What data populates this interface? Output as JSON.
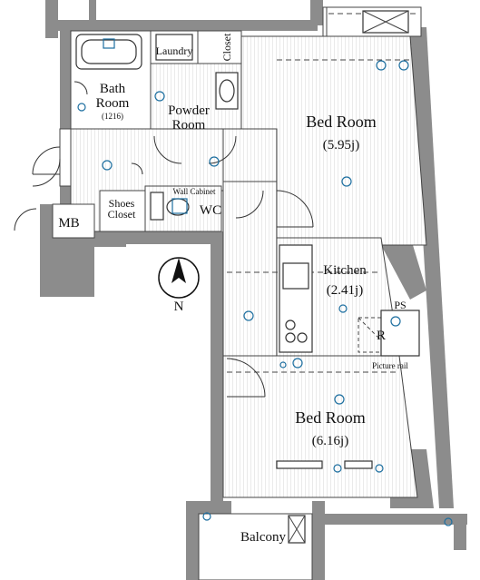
{
  "rooms": {
    "bedroom_north": {
      "name": "Bed Room",
      "size": "(5.95j)"
    },
    "bedroom_south": {
      "name": "Bed Room",
      "size": "(6.16j)"
    },
    "kitchen": {
      "name": "Kitchen",
      "size": "(2.41j)"
    },
    "bath": {
      "name_line1": "Bath",
      "name_line2": "Room",
      "size": "(1216)"
    },
    "powder": {
      "name_line1": "Powder",
      "name_line2": "Room"
    },
    "laundry": {
      "name": "Laundry"
    },
    "closet": {
      "name": "Closet"
    },
    "wc": {
      "name": "WC"
    },
    "wall_cabinet": {
      "name": "Wall Cabinet"
    },
    "shoes_closet": {
      "name_line1": "Shoes",
      "name_line2": "Closet"
    },
    "mb": {
      "name": "MB"
    },
    "balcony": {
      "name": "Balcony"
    },
    "ps": {
      "name": "PS"
    },
    "refrigerator": {
      "name": "R"
    },
    "picture_rail": {
      "name": "Picture rail"
    }
  },
  "compass": {
    "label": "N"
  },
  "colors": {
    "wall": "#8c8c8c",
    "outlet_blue": "#1d6fa0",
    "line": "#333333"
  }
}
